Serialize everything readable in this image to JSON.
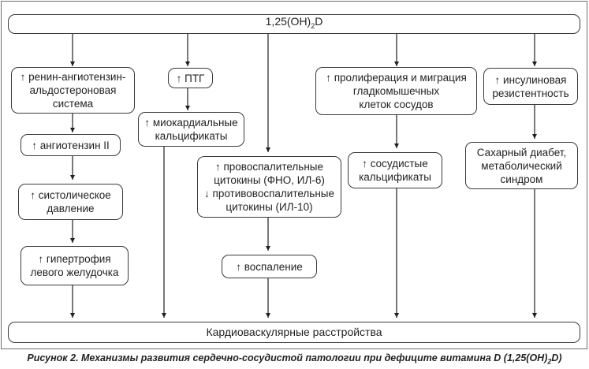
{
  "diagram": {
    "top_node": {
      "label_main": "1,25(OH)",
      "label_sub": "2",
      "label_end": "D"
    },
    "bottom_node": {
      "label": "Кардиоваскулярные расстройства"
    },
    "nodes": {
      "renin": "↑ ренин-ангиотензин-\nальдостероновая\nсистема",
      "angiotensin": "↑ ангиотензин II",
      "systolic": "↑ систолическое\nдавление",
      "hypertrophy": "↑ гипертрофия\nлевого желудочка",
      "ptg": "↑ ПТГ",
      "myocardial": "↑ миокардиальные\nкальцификаты",
      "cytokines": "↑ провоспалительные\nцитокины (ФНО, ИЛ-6)\n↓ противовоспалительные\nцитокины (ИЛ-10)",
      "inflammation": "↑ воспаление",
      "proliferation": "↑ пролиферация и миграция\nгладкомышечных\nклеток сосудов",
      "vascular": "↑ сосудистые\nкальцификаты",
      "insulin": "↑ инсулиновая\nрезистентность",
      "diabetes": "Сахарный диабет,\nметаболический\nсиндром"
    }
  },
  "caption": {
    "text_main": "Рисунок 2. Механизмы развития сердечно-сосудистой патологии при дефиците витамина D (1,25(OH)",
    "text_sub": "2",
    "text_end": "D)"
  }
}
